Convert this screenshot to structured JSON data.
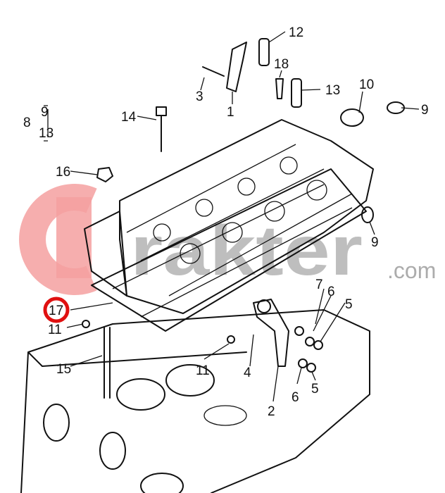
{
  "diagram": {
    "callouts": [
      "12",
      "18",
      "13",
      "10",
      "9",
      "3",
      "1",
      "14",
      "8",
      "9",
      "13",
      "16",
      "9",
      "7",
      "6",
      "5",
      "17",
      "11",
      "15",
      "11",
      "4",
      "2",
      "6",
      "5"
    ],
    "highlighted_callout": "17",
    "highlight_color": "#e01010"
  },
  "watermark": {
    "text": "rakter",
    "suffix": ".com",
    "logo_color": "#f08080"
  }
}
